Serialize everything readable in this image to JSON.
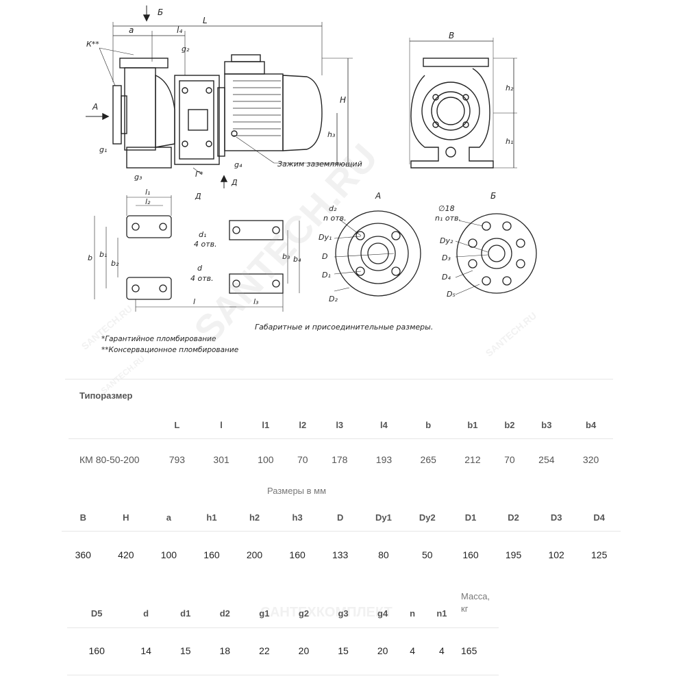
{
  "drawing": {
    "labels": {
      "view_b_top": "Б",
      "view_d_bottom": "Д",
      "arrow_a": "A",
      "k": "К**",
      "a": "a",
      "l4": "l₄",
      "L": "L",
      "g2": "g₂",
      "g1": "g₁",
      "g3": "g₃",
      "g4": "g₄",
      "h3": "h₃",
      "H": "H",
      "G": "Г*",
      "clamp": "Зажим заземляющий",
      "B": "B",
      "h1": "h₁",
      "h2": "h₂",
      "d_label": "Д",
      "l1": "l₁",
      "l2": "l₂",
      "b": "b",
      "b1": "b₁",
      "b2": "b₂",
      "d1": "d₁",
      "d1_holes": "4 отв.",
      "d": "d",
      "d_holes": "4 отв.",
      "l": "l",
      "l3": "l₃",
      "b3": "b₃",
      "b4": "b₄",
      "flange_a_title": "A",
      "flange_b_title": "Б",
      "d2": "d₂",
      "n_holes": "n отв.",
      "dy1": "Dy₁",
      "D": "D",
      "D1": "D₁",
      "D2": "D₂",
      "dia18": "∅18",
      "n1_holes": "n₁ отв.",
      "dy2": "Dy₂",
      "D3": "D₃",
      "D4": "D₄",
      "D5": "D₅",
      "caption": "Габаритные и присоединительные размеры.",
      "note1": "*Гарантийное пломбирование",
      "note2": "**Консервационное пломбирование"
    }
  },
  "watermarks": [
    "SANTECH.RU",
    "SANTECH.RU",
    "SANTECH.RU",
    "SANTECH.RU",
    "САНТЕХКОМПЛЕКТ"
  ],
  "table1": {
    "header": [
      "Типоразмер",
      "L",
      "l",
      "l1",
      "l2",
      "l3",
      "l4",
      "b",
      "b1",
      "b2",
      "b3",
      "b4"
    ],
    "row": [
      "КМ 80-50-200",
      "793",
      "301",
      "100",
      "70",
      "178",
      "193",
      "265",
      "212",
      "70",
      "254",
      "320"
    ]
  },
  "caption_units": "Размеры в мм",
  "table2": {
    "header": [
      "B",
      "H",
      "a",
      "h1",
      "h2",
      "h3",
      "D",
      "Dy1",
      "Dy2",
      "D1",
      "D2",
      "D3",
      "D4"
    ],
    "row": [
      "360",
      "420",
      "100",
      "160",
      "200",
      "160",
      "133",
      "80",
      "50",
      "160",
      "195",
      "102",
      "125"
    ]
  },
  "table3": {
    "header": [
      "D5",
      "d",
      "d1",
      "d2",
      "g1",
      "g2",
      "g3",
      "g4",
      "n",
      "n1",
      "Масса, кг"
    ],
    "row": [
      "160",
      "14",
      "15",
      "18",
      "22",
      "20",
      "15",
      "20",
      "4",
      "4",
      "165"
    ]
  }
}
